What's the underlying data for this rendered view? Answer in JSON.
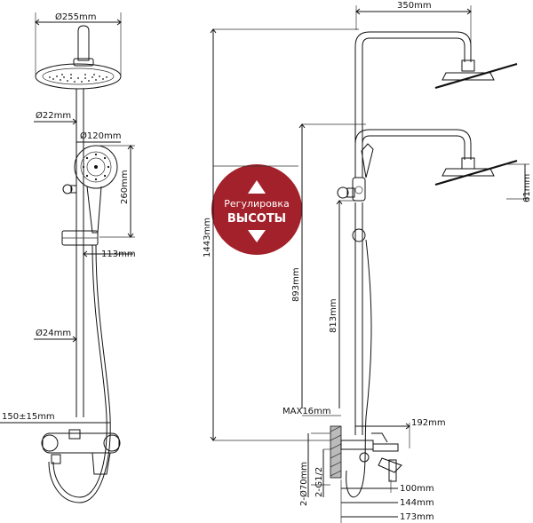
{
  "dimensions": {
    "head_diameter": "Ø255mm",
    "pipe_diameter_top": "Ø22mm",
    "handshower_diameter": "Ø120mm",
    "handshower_height": "260mm",
    "slider_offset": "113mm",
    "pipe_diameter_bottom": "Ø24mm",
    "center_spacing": "150±15mm",
    "arm_length": "350mm",
    "total_height": "1443mm",
    "height_893": "893mm",
    "height_813": "813mm",
    "head_thickness": "61mm",
    "max_wall": "MAX16mm",
    "depth_192": "192mm",
    "flange_diameter": "2-Ø70mm",
    "thread": "2-G1/2",
    "depth_100": "100mm",
    "depth_144": "144mm",
    "depth_173": "173mm"
  },
  "badge": {
    "line1": "Регулировка",
    "line2": "ВЫСОТЫ",
    "color": "#a3212a"
  },
  "icons": [
    "arrow-up-icon",
    "arrow-down-icon"
  ]
}
